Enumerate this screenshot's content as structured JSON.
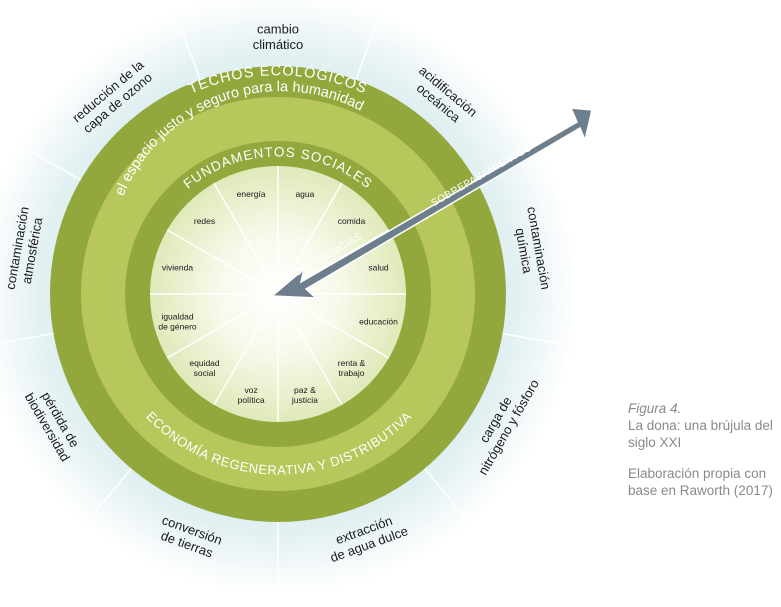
{
  "diagram": {
    "ring_titles": {
      "ecological_ceiling": "TECHOS ECOLÓGICOS",
      "safe_space": "el espacio justo y seguro para la humanidad",
      "social_foundation": "FUNDAMENTOS SOCIALES",
      "economy": "ECONOMÍA REGENERATIVA Y DISTRIBUTIVA"
    },
    "outer_dimensions": [
      {
        "lines": [
          "cambio",
          "climático"
        ]
      },
      {
        "lines": [
          "acidificación",
          "oceánica"
        ]
      },
      {
        "lines": [
          "contaminación",
          "química"
        ]
      },
      {
        "lines": [
          "carga de",
          "nitrógeno y fósforo"
        ]
      },
      {
        "lines": [
          "extracción",
          "de agua dulce"
        ]
      },
      {
        "lines": [
          "conversión",
          "de tierras"
        ]
      },
      {
        "lines": [
          "pérdida de",
          "biodiversidad"
        ]
      },
      {
        "lines": [
          "contaminación",
          "atmosférica"
        ]
      },
      {
        "lines": [
          "reducción de la",
          "capa de ozono"
        ]
      }
    ],
    "inner_dimensions": [
      {
        "lines": [
          "agua"
        ]
      },
      {
        "lines": [
          "comida"
        ]
      },
      {
        "lines": [
          "salud"
        ]
      },
      {
        "lines": [
          "educación"
        ]
      },
      {
        "lines": [
          "renta &",
          "trabajo"
        ]
      },
      {
        "lines": [
          "paz &",
          "justicia"
        ]
      },
      {
        "lines": [
          "voz",
          "política"
        ]
      },
      {
        "lines": [
          "equidad",
          "social"
        ]
      },
      {
        "lines": [
          "igualdad",
          "de género"
        ]
      },
      {
        "lines": [
          "vivienda"
        ]
      },
      {
        "lines": [
          "redes"
        ]
      },
      {
        "lines": [
          "energía"
        ]
      }
    ],
    "arrow": {
      "overshoot_label": "SOBREPASAMIENTOS",
      "shortfall_label": "DEFICIENCIAS"
    },
    "colors": {
      "ring_dark": "#93a83c",
      "ring_light": "#b7c75c",
      "core_light": "#e7efc8",
      "outer_glow": "#cfe6ea",
      "arrow": "#6d7f8c",
      "divider": "#ffffff"
    }
  },
  "caption": {
    "figure": "Figura 4.",
    "title_line1": "La dona: una brújula del",
    "title_line2": "siglo XXI",
    "source_line1": "Elaboración propia con",
    "source_line2": "base en Raworth (2017)"
  }
}
